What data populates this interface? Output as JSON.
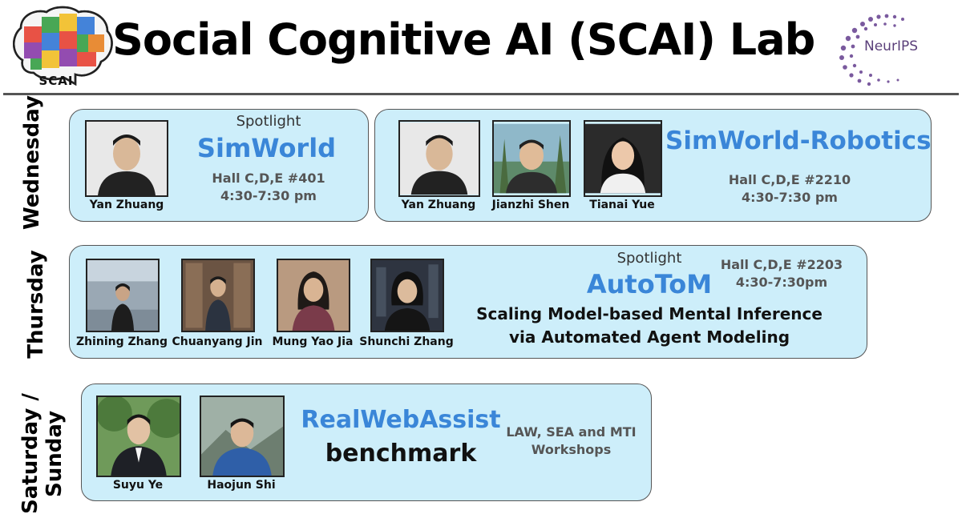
{
  "header": {
    "title": "Social Cognitive AI (SCAI) Lab",
    "lab_logo_text": "SCAI",
    "conference_logo_text": "NeurIPS"
  },
  "days": {
    "wednesday": "Wednesday",
    "thursday": "Thursday",
    "weekend_line1": "Saturday /",
    "weekend_line2": "Sunday"
  },
  "colors": {
    "panel_bg": "#cdeefa",
    "project_title": "#3a86d8",
    "conference_purple": "#7a5a9e"
  },
  "icons": [
    "puzzle-brain-logo-icon",
    "neurips-dots-logo-icon"
  ],
  "simworld": {
    "label": "Spotlight",
    "title": "SimWorld",
    "location": "Hall C,D,E #401",
    "time": "4:30-7:30 pm",
    "people": [
      "Yan Zhuang"
    ]
  },
  "simworld_robotics": {
    "title": "SimWorld-Robotics",
    "location": "Hall C,D,E #2210",
    "time": "4:30-7:30 pm",
    "people": [
      "Yan Zhuang",
      "Jianzhi Shen",
      "Tianai Yue"
    ]
  },
  "autotom": {
    "label": "Spotlight",
    "title": "AutoToM",
    "location": "Hall C,D,E #2203",
    "time": "4:30-7:30pm",
    "description_line1": "Scaling Model-based Mental Inference",
    "description_line2": "via Automated Agent Modeling",
    "people": [
      "Zhining Zhang",
      "Chuanyang Jin",
      "Mung Yao Jia",
      "Shunchi Zhang"
    ]
  },
  "realwebassist": {
    "title": "RealWebAssist",
    "subtitle": "benchmark",
    "venue_line1": "LAW, SEA and MTI",
    "venue_line2": "Workshops",
    "people": [
      "Suyu Ye",
      "Haojun Shi"
    ]
  }
}
